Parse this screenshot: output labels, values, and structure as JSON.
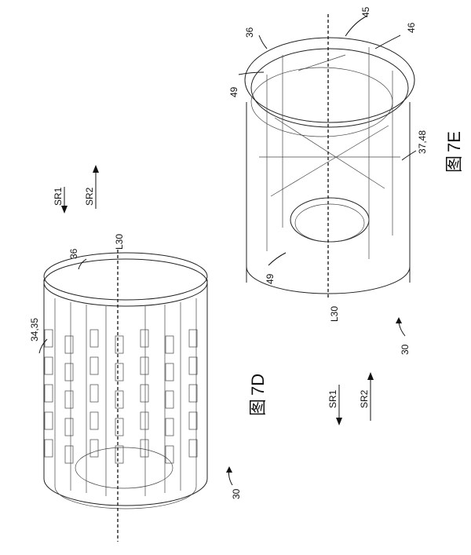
{
  "sheet": {
    "figure_d": {
      "caption": "7D",
      "labels": {
        "springs": "34,35",
        "ring": "36",
        "axis": "L30",
        "assembly": "30",
        "rotation_1": "SR1",
        "rotation_2": "SR2"
      }
    },
    "figure_e": {
      "caption": "7E",
      "labels": {
        "ring": "36",
        "part_45": "45",
        "part_46": "46",
        "part_49_top": "49",
        "part_49_bottom": "49",
        "parts_37_48": "37,48",
        "axis": "L30",
        "assembly": "30",
        "rotation_1": "SR1",
        "rotation_2": "SR2"
      }
    },
    "figure_glyph": "图"
  }
}
